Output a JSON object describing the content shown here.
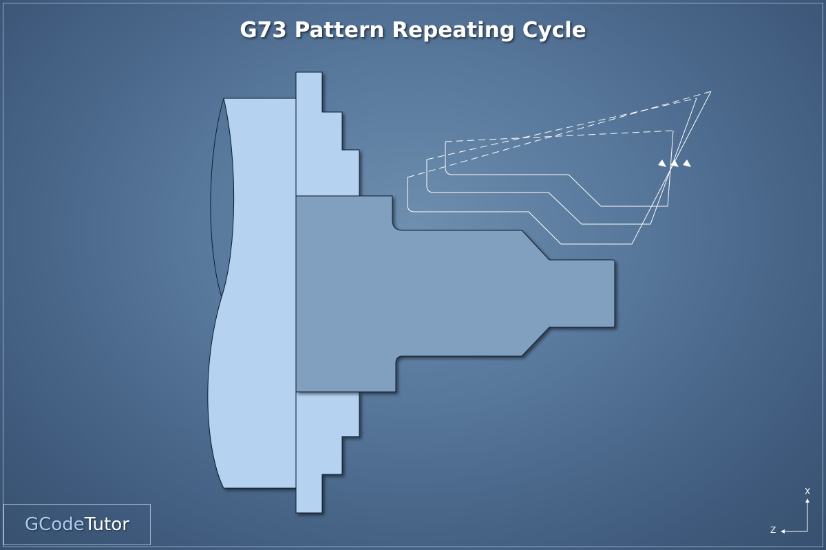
{
  "title": "G73 Pattern Repeating Cycle",
  "brand": {
    "part1": "GCode",
    "part2": "Tutor"
  },
  "axes": {
    "x_label": "X",
    "z_label": "Z"
  },
  "colors": {
    "chuck_fill": "#b5d2f0",
    "part_fill": "#81a0c0",
    "outline": "#0f1e30",
    "toolpath": "#ffffff"
  }
}
